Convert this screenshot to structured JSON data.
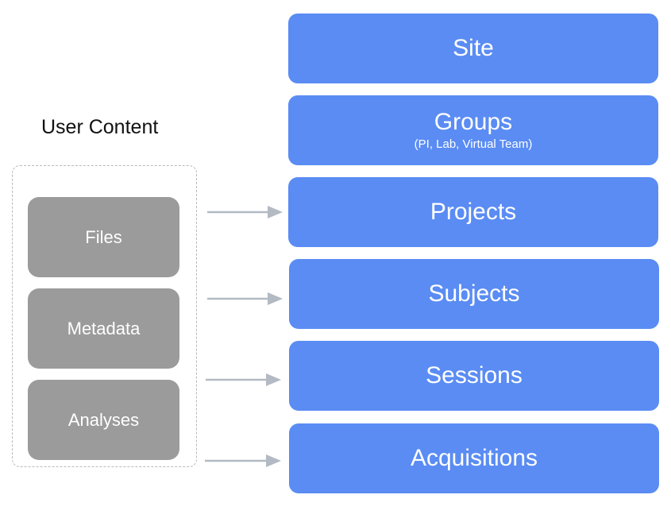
{
  "user_content": {
    "title": "User Content",
    "items": [
      {
        "label": "Files"
      },
      {
        "label": "Metadata"
      },
      {
        "label": "Analyses"
      }
    ]
  },
  "hierarchy": [
    {
      "label": "Site",
      "sublabel": ""
    },
    {
      "label": "Groups",
      "sublabel": "(PI, Lab, Virtual Team)"
    },
    {
      "label": "Projects",
      "sublabel": ""
    },
    {
      "label": "Subjects",
      "sublabel": ""
    },
    {
      "label": "Sessions",
      "sublabel": ""
    },
    {
      "label": "Acquisitions",
      "sublabel": ""
    }
  ],
  "colors": {
    "hierarchy_box": "#5a8cf3",
    "content_box": "#9b9b9b",
    "arrow": "#b3bac3"
  }
}
